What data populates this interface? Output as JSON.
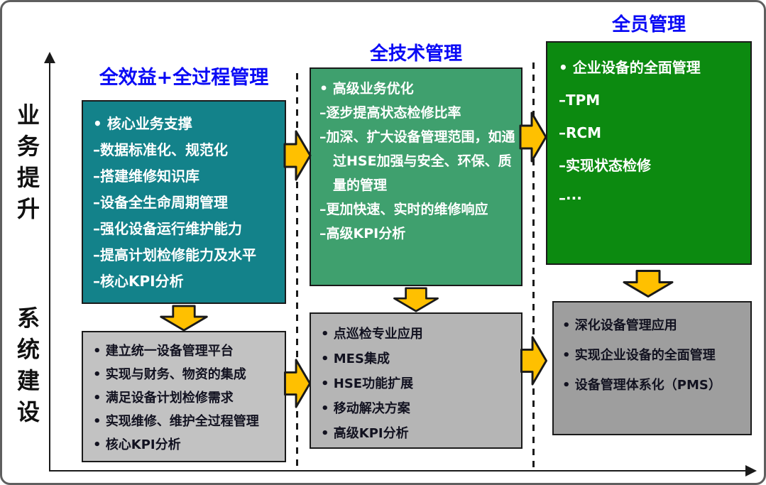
{
  "colors": {
    "header_blue": "#0a0af5",
    "phase1_box": "#13828A",
    "phase2_box": "#3FA06E",
    "phase3_box": "#0C8A10",
    "system_box_1": "#C2C2C2",
    "system_box_2": "#B5B5B5",
    "system_box_3": "#9E9E9E",
    "arrow_fill": "#FFC000"
  },
  "axis": {
    "y_label_top": "业务提升",
    "y_label_bottom": "系统建设"
  },
  "phases": [
    {
      "header": "全效益+全过程管理",
      "top_items": [
        "• 核心业务支撑",
        "–数据标准化、规范化",
        "–搭建维修知识库",
        "–设备全生命周期管理",
        "–强化设备运行维护能力",
        "–提高计划检修能力及水平",
        "–核心KPI分析"
      ],
      "bottom_items": [
        "• 建立统一设备管理平台",
        "• 实现与财务、物资的集成",
        "• 满足设备计划检修需求",
        "• 实现维修、维护全过程管理",
        "• 核心KPI分析"
      ]
    },
    {
      "header": "全技术管理",
      "top_items": [
        "• 高级业务优化",
        "–逐步提高状态检修比率",
        "–加深、扩大设备管理范围，如通过HSE加强与安全、环保、质量的管理",
        "–更加快速、实时的维修响应",
        "–高级KPI分析"
      ],
      "bottom_items": [
        "• 点巡检专业应用",
        "• MES集成",
        "• HSE功能扩展",
        "• 移动解决方案",
        "• 高级KPI分析"
      ]
    },
    {
      "header": "全员管理",
      "top_items": [
        "• 企业设备的全面管理",
        "–TPM",
        "–RCM",
        "–实现状态检修",
        "–···"
      ],
      "bottom_items": [
        "• 深化设备管理应用",
        "• 实现企业设备的全面管理",
        "• 设备管理体系化（PMS）"
      ]
    }
  ]
}
